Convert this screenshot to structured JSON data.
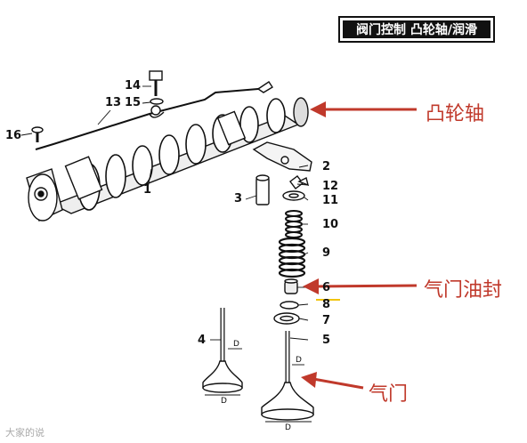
{
  "title": "阀门控制 凸轮轴/润滑",
  "callouts": {
    "camshaft": "凸轮轴",
    "valve_seal": "气门油封",
    "valve": "气门"
  },
  "part_numbers": {
    "p1": "1",
    "p2": "2",
    "p3": "3",
    "p4": "4",
    "p5": "5",
    "p6": "6",
    "p7": "7",
    "p8": "8",
    "p9": "9",
    "p10": "10",
    "p11": "11",
    "p12": "12",
    "p13": "13",
    "p14": "14",
    "p15": "15",
    "p16": "16"
  },
  "dimension_label": "D",
  "watermark": "大家的说",
  "colors": {
    "callout_red": "#c0392b",
    "seal_highlight": "#f1c40f",
    "line": "#111111"
  }
}
